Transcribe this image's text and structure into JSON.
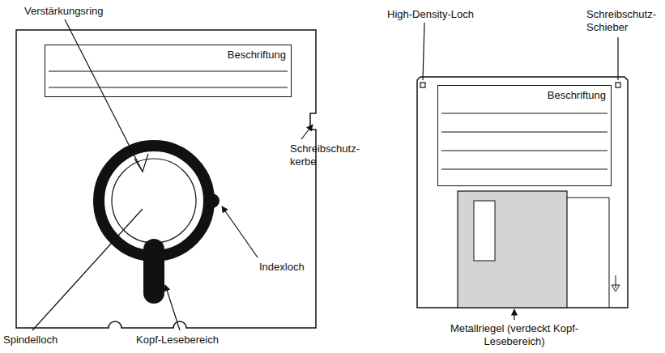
{
  "diagram": {
    "nodes": [
      {
        "text": [
          "Beschriftung"
        ]
      },
      {
        "text": [
          "Beschriftung"
        ]
      }
    ],
    "labels": [
      "Verstärkungsring",
      "Schreibschutz- kerbe",
      "Indexloch",
      "Spindelloch",
      "Kopf-Lesebereich",
      "High-Density-Loch",
      "Schreibschutz- Schieber",
      "Metallriegel (verdeckt Kopf-Lesebereich)"
    ]
  }
}
